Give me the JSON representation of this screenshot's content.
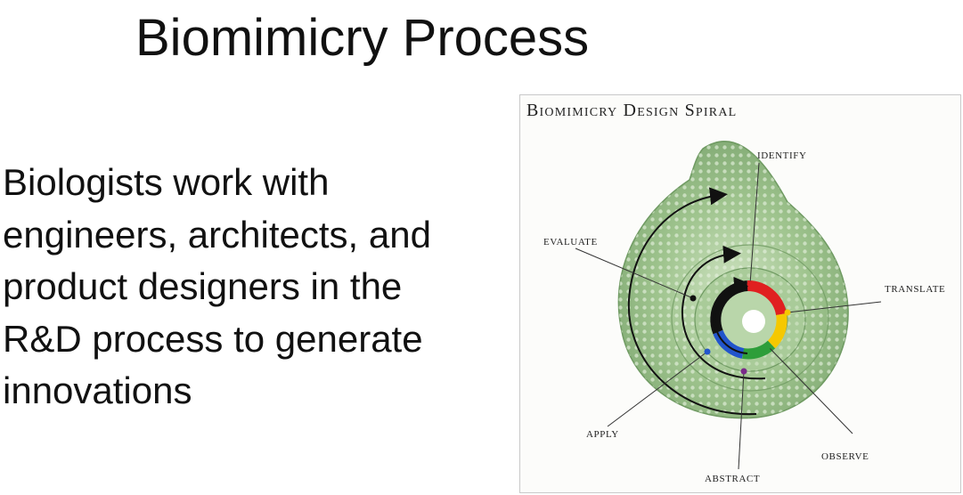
{
  "slide": {
    "title": "Biomimicry Process",
    "body_lines": [
      "Biologists work with",
      "engineers, architects, and",
      "product designers in the",
      "R&D process to generate",
      "innovations"
    ]
  },
  "figure": {
    "title": "Biomimicry Design Spiral",
    "stages": {
      "identify": "IDENTIFY",
      "translate": "TRANSLATE",
      "observe": "OBSERVE",
      "abstract": "ABSTRACT",
      "apply": "APPLY",
      "evaluate": "EVALUATE"
    },
    "colors": {
      "shell": "#9fc48e",
      "shell_dark": "#6f9a62",
      "shell_light": "#c6ddb8",
      "arrow": "#111111",
      "identify": "#e02020",
      "translate": "#f5c800",
      "observe": "#2e9e3a",
      "abstract": "#7a2a8a",
      "apply": "#2255cc",
      "evaluate": "#111111"
    }
  }
}
